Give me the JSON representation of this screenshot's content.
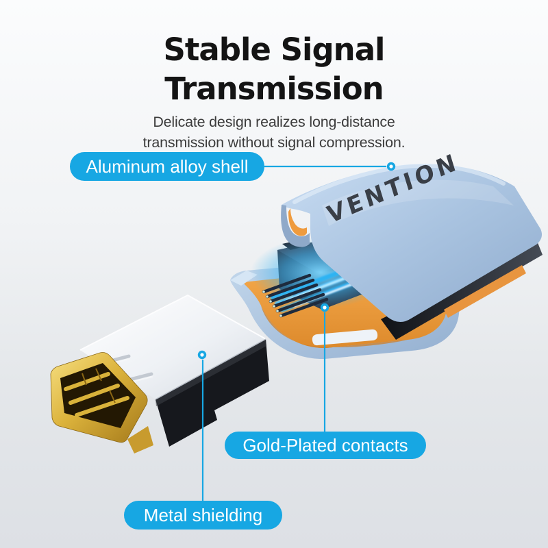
{
  "page": {
    "title": {
      "line1": "Stable Signal",
      "line2": "Transmission"
    },
    "subtitle": {
      "line1": "Delicate design realizes long-distance",
      "line2": "transmission without signal compression."
    }
  },
  "callouts": {
    "aluminum": {
      "label": "Aluminum alloy shell"
    },
    "gold": {
      "label": "Gold-Plated contacts"
    },
    "metal": {
      "label": "Metal shielding"
    }
  },
  "product": {
    "brand": "VENTION"
  },
  "colors": {
    "accent": "#17A7E3",
    "title_text": "#141414",
    "subtitle_text": "#3C3C3C",
    "pill_text": "#FFFFFF",
    "bg_top": "#FBFCFD",
    "bg_bottom": "#DDE0E5",
    "shell_blue": "#A9C3E0",
    "gasket_orange": "#EF9B3E",
    "pcb_green": "#3F7A3A",
    "glow_cyan": "#53C6FF",
    "contact_gold": "#D9B23A",
    "shield_silver": "#F2F4F7",
    "shield_black": "#16181D"
  }
}
